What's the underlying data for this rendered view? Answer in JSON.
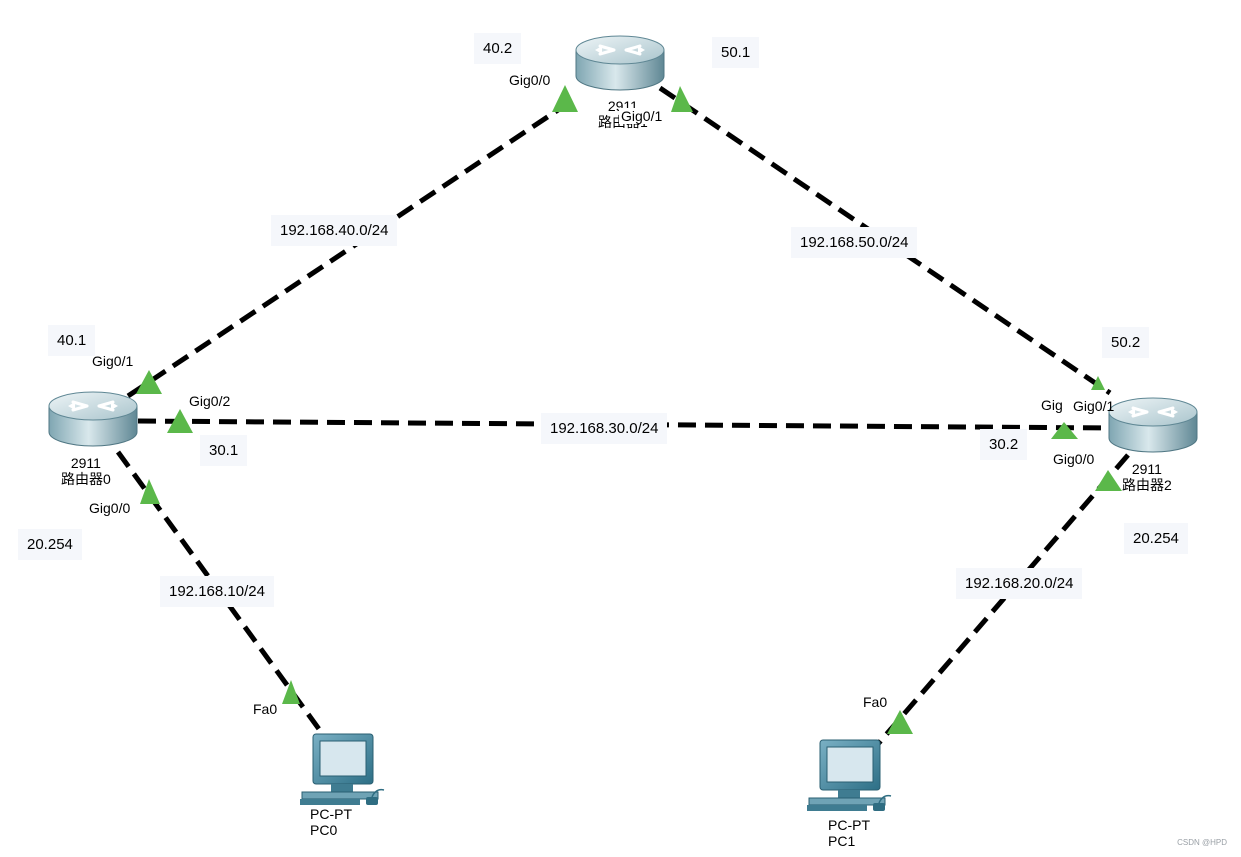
{
  "routers": [
    {
      "id": "r0",
      "model": "2911",
      "name": "路由器0"
    },
    {
      "id": "r1",
      "model": "2911",
      "name": "路由器1"
    },
    {
      "id": "r2",
      "model": "2911",
      "name": "路由器2"
    }
  ],
  "pcs": [
    {
      "id": "pc0",
      "model": "PC-PT",
      "name": "PC0"
    },
    {
      "id": "pc1",
      "model": "PC-PT",
      "name": "PC1"
    }
  ],
  "networks": {
    "r0_r1": "192.168.40.0/24",
    "r1_r2": "192.168.50.0/24",
    "r0_r2": "192.168.30.0/24",
    "r0_pc0": "192.168.10/24",
    "r2_pc1": "192.168.20.0/24"
  },
  "addresses": {
    "r1_gig00": "40.2",
    "r1_gig01": "50.1",
    "r0_gig01": "40.1",
    "r0_gig02": "30.1",
    "r0_gig00": "20.254",
    "r2_gig01": "50.2",
    "r2_gig02": "30.2",
    "r2_gig00": "20.254"
  },
  "ports": {
    "r1_left": "Gig0/0",
    "r1_right": "Gig0/1",
    "r0_up": "Gig0/1",
    "r0_right": "Gig0/2",
    "r0_down": "Gig0/0",
    "r2_left": "Gig",
    "r2_up": "Gig0/1",
    "r2_down": "Gig0/0",
    "pc0": "Fa0",
    "pc1": "Fa0"
  },
  "link_status_color": "#5bb84a",
  "watermark": "CSDN @HPD"
}
